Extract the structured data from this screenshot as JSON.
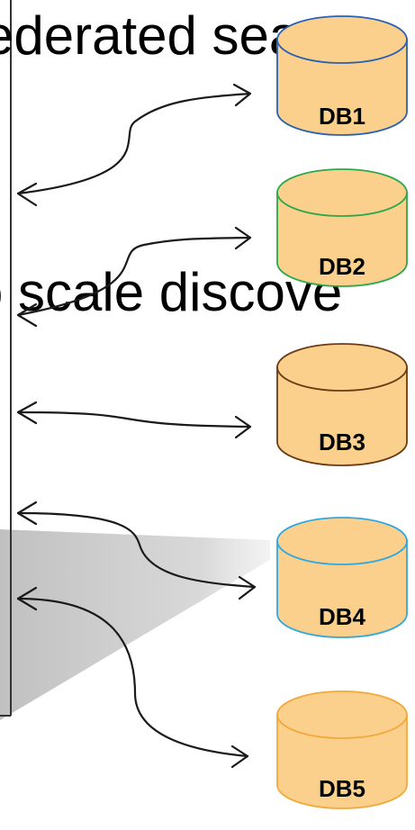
{
  "background_text": {
    "line1": "ederated sear",
    "line2": "o scale discove"
  },
  "databases": [
    {
      "label": "DB1",
      "fill": "#FBD08D",
      "stroke": "#2A61B3"
    },
    {
      "label": "DB2",
      "fill": "#FBD08D",
      "stroke": "#2BA84A"
    },
    {
      "label": "DB3",
      "fill": "#FBD08D",
      "stroke": "#6B3A12"
    },
    {
      "label": "DB4",
      "fill": "#FBD08D",
      "stroke": "#2FA8E0"
    },
    {
      "label": "DB5",
      "fill": "#FBD08D",
      "stroke": "#F2A93B"
    }
  ],
  "colors": {
    "shadow": "#c4c4c4",
    "frame": "#333333",
    "arrow": "#1a1a1a"
  }
}
